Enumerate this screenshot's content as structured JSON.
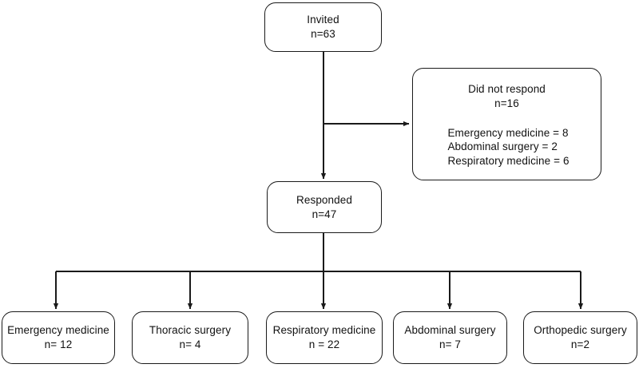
{
  "diagram": {
    "type": "flowchart",
    "title": "Survey response flow diagram",
    "orientation": "top-down",
    "stroke_color": "#1a1a1a",
    "text_color": "#111111",
    "background_color": "#ffffff"
  },
  "nodes": {
    "invited": {
      "label": "Invited",
      "count_label": "n=63",
      "count": 63
    },
    "did_not_respond": {
      "label": "Did not respond",
      "count_label": "n=16",
      "count": 16,
      "breakdown": [
        "Emergency medicine = 8",
        "Abdominal surgery = 2",
        "Respiratory medicine = 6"
      ]
    },
    "responded": {
      "label": "Responded",
      "count_label": "n=47",
      "count": 47
    },
    "specialties": [
      {
        "label": "Emergency medicine",
        "count_label": "n= 12",
        "count": 12
      },
      {
        "label": "Thoracic surgery",
        "count_label": "n= 4",
        "count": 4
      },
      {
        "label": "Respiratory medicine",
        "count_label": "n = 22",
        "count": 22
      },
      {
        "label": "Abdominal surgery",
        "count_label": "n= 7",
        "count": 7
      },
      {
        "label": "Orthopedic surgery",
        "count_label": "n=2",
        "count": 2
      }
    ]
  },
  "edges": [
    {
      "from": "invited",
      "to": "responded",
      "style": "arrow"
    },
    {
      "from": "invited",
      "to": "did_not_respond",
      "style": "arrow"
    },
    {
      "from": "responded",
      "to": "specialties",
      "style": "split-arrow"
    }
  ]
}
